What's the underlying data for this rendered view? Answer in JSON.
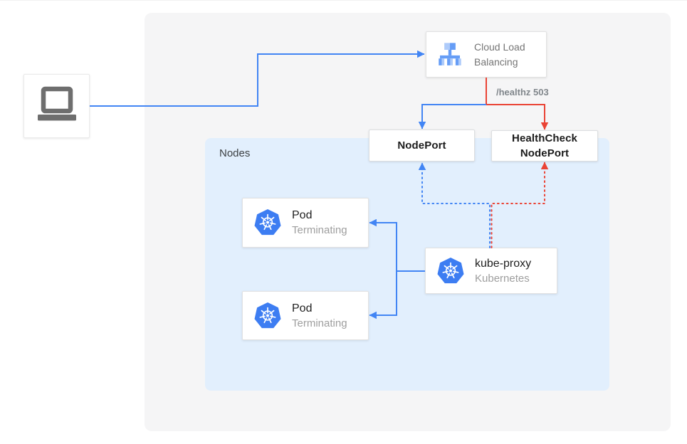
{
  "colors": {
    "blue": "#4285f4",
    "red": "#ea4335",
    "nodes_fill": "#e2effd",
    "panel_fill": "#f5f5f6",
    "k8s_icon_blue": "#3d7df2",
    "laptop_icon_gray": "#6e6e6e",
    "lb_icon_light_blue": "#aecbfa",
    "lb_icon_medium_blue": "#669df6"
  },
  "client": {
    "icon": "laptop-icon"
  },
  "cloud_load_balancing": {
    "icon": "load-balancer-icon",
    "title": "Cloud Load Balancing"
  },
  "edge_label": "/healthz 503",
  "node_port": {
    "label": "NodePort"
  },
  "health_check_node_port": {
    "line1": "HealthCheck",
    "line2": "NodePort"
  },
  "nodes_panel": {
    "label": "Nodes"
  },
  "pods": [
    {
      "icon": "kubernetes-icon",
      "title": "Pod",
      "subtitle": "Terminating"
    },
    {
      "icon": "kubernetes-icon",
      "title": "Pod",
      "subtitle": "Terminating"
    }
  ],
  "kube_proxy": {
    "icon": "kubernetes-icon",
    "title": "kube-proxy",
    "subtitle": "Kubernetes"
  }
}
